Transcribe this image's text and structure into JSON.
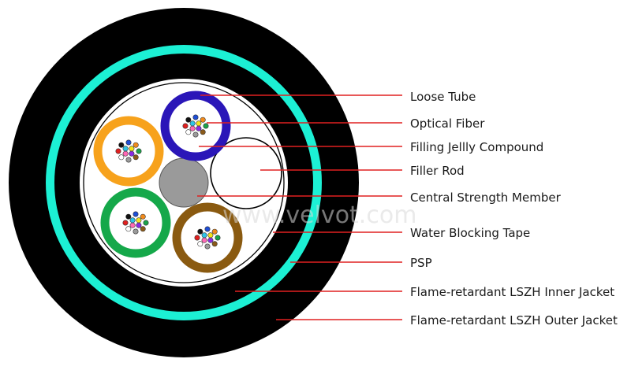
{
  "watermark": "www.velvot.com",
  "colors": {
    "outer_jacket": "#000000",
    "psp": "#1cf0d4",
    "tube_blue": "#2a16b8",
    "tube_orange": "#f7a21c",
    "tube_green": "#15a84a",
    "tube_brown": "#8a5a10",
    "strength_member": "#9a9a9a",
    "leader_line": "#e02020"
  },
  "fiber_colors": [
    "#1f4fd6",
    "#f08a1c",
    "#1aa34a",
    "#8a5a1a",
    "#9a9a9a",
    "#ffffff",
    "#e02020",
    "#111111",
    "#f2e21c",
    "#8a2be2",
    "#ff69b4",
    "#2ec4e6"
  ],
  "labels": [
    {
      "id": "loose-tube",
      "text": "Loose Tube"
    },
    {
      "id": "optical-fiber",
      "text": "Optical Fiber"
    },
    {
      "id": "filling-jelly",
      "text": "Filling Jellly Compound"
    },
    {
      "id": "filler-rod",
      "text": "Filler Rod"
    },
    {
      "id": "central-strength-member",
      "text": "Central Strength Member"
    },
    {
      "id": "water-blocking-tape",
      "text": "Water Blocking Tape"
    },
    {
      "id": "psp",
      "text": "PSP"
    },
    {
      "id": "inner-jacket",
      "text": "Flame-retardant LSZH Inner Jacket"
    },
    {
      "id": "outer-jacket",
      "text": "Flame-retardant LSZH Outer Jacket"
    }
  ]
}
